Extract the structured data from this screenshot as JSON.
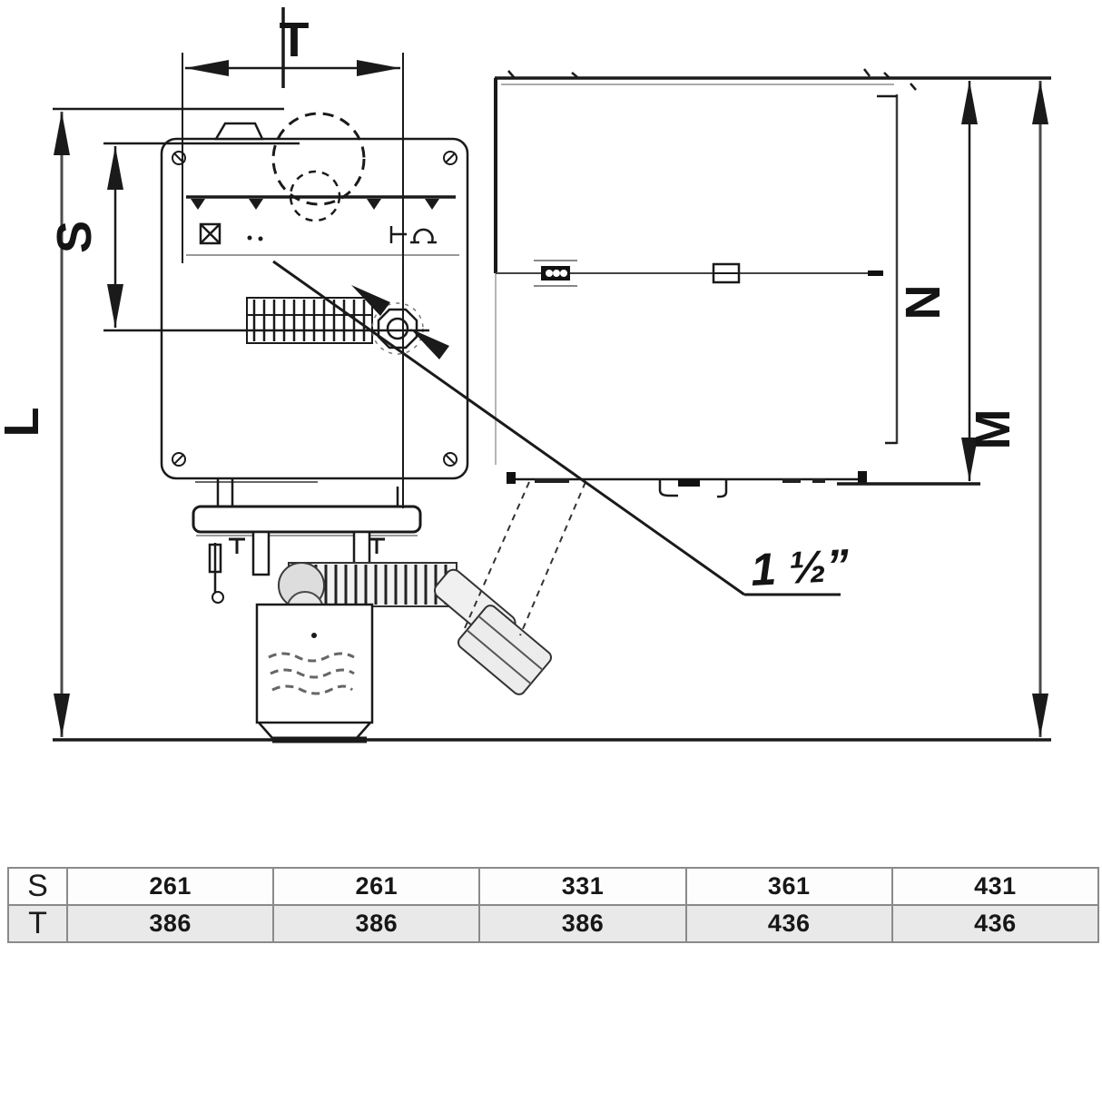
{
  "drawing": {
    "dim_T": "T",
    "dim_S": "S",
    "dim_L": "L",
    "dim_N": "N",
    "dim_M": "M",
    "pipe_size_label": "1 ½”"
  },
  "table": {
    "rows": [
      {
        "label": "S",
        "values": [
          "261",
          "261",
          "331",
          "361",
          "431"
        ]
      },
      {
        "label": "T",
        "values": [
          "386",
          "386",
          "386",
          "436",
          "436"
        ]
      }
    ]
  },
  "colors": {
    "line": "#1a1a1a",
    "secondary": "#9a9a9a",
    "row_alt_bg": "#e9e9e9",
    "table_border": "#8a8a8a"
  }
}
